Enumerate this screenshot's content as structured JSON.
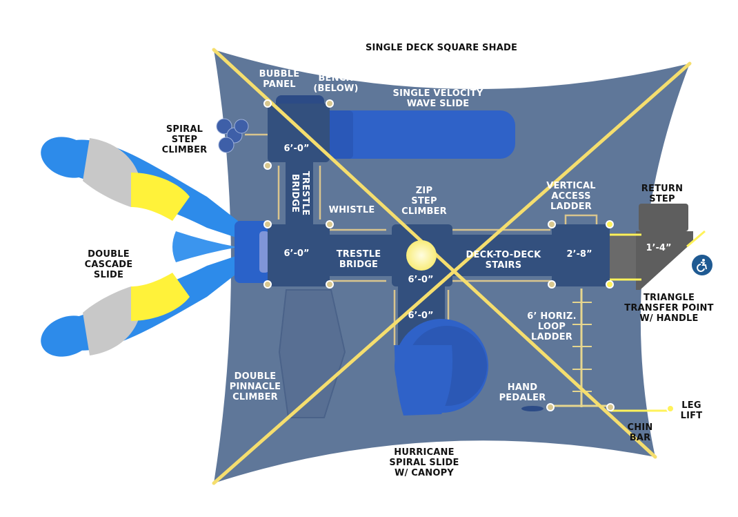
{
  "title": "Single Deck Square Shade Playground Layout",
  "colors": {
    "shade": "#5f7799",
    "deck": "#33507e",
    "slide_blue": "#2f62c8",
    "cascade_blue": "#2d8bea",
    "cascade_yellow": "#fff23a",
    "cascade_gray": "#c8c8c8",
    "cable_yellow": "#f5de6e",
    "rail_tan": "#d9c58d",
    "transfer_gray": "#5e5e5e",
    "accessibility_blue": "#1f5a92"
  },
  "labels": {
    "shade": "SINGLE DECK SQUARE SHADE",
    "bubble_panel": "BUBBLE\nPANEL",
    "bench": "BENCH\n(BELOW)",
    "wave_slide": "SINGLE VELOCITY\nWAVE SLIDE",
    "spiral_step": "SPIRAL\nSTEP\nCLIMBER",
    "trestle_vertical": "TRESTLE\nBRIDGE",
    "whistle": "WHISTLE",
    "zip_step": "ZIP\nSTEP\nCLIMBER",
    "vertical_ladder": "VERTICAL\nACCESS\nLADDER",
    "return_step": "RETURN\nSTEP",
    "double_cascade": "DOUBLE\nCASCADE\nSLIDE",
    "trestle_horizontal": "TRESTLE\nBRIDGE",
    "deck_stairs": "DECK-TO-DECK\nSTAIRS",
    "triangle_transfer": "TRIANGLE\nTRANSFER POINT\nW/ HANDLE",
    "loop_ladder": "6’ HORIZ.\nLOOP\nLADDER",
    "hand_pedaler": "HAND\nPEDALER",
    "leg_lift": "LEG\nLIFT",
    "chin_bar": "CHIN\nBAR",
    "double_pinnacle": "DOUBLE\nPINNACLE\nCLIMBER",
    "hurricane": "HURRICANE\nSPIRAL SLIDE\nW/ CANOPY"
  },
  "dimensions": {
    "deck_top": "6’-0”",
    "deck_mid": "6’-0”",
    "deck_center": "6’-0”",
    "deck_lower": "6’-0”",
    "deck_right": "2’-8”",
    "transfer": "1’-4”"
  },
  "icons": {
    "accessibility": "wheelchair-accessibility-icon"
  }
}
